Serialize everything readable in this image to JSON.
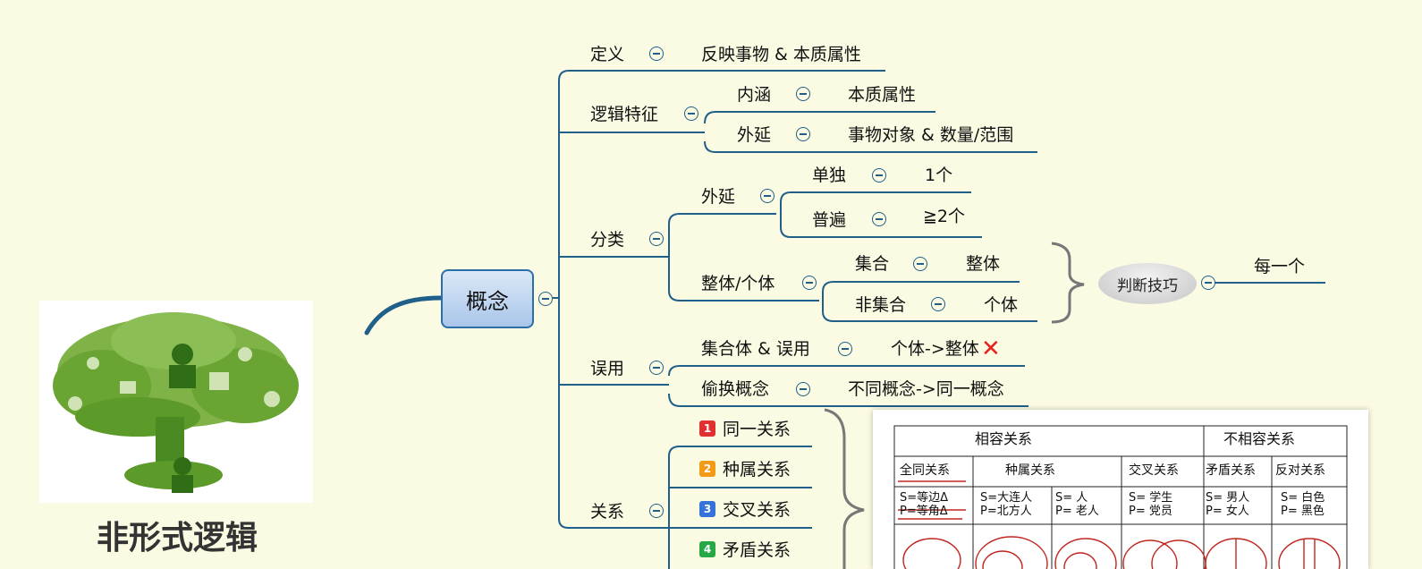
{
  "title": "非形式逻辑",
  "illustration": {
    "description_icon": "tree-icon"
  },
  "central": "概念",
  "branches": {
    "definition": {
      "label": "定义",
      "child": "反映事物 & 本质属性"
    },
    "logic": {
      "label": "逻辑特征",
      "neihan": {
        "label": "内涵",
        "child": "本质属性"
      },
      "waiyan": {
        "label": "外延",
        "child": "事物对象 & 数量/范围"
      }
    },
    "classify": {
      "label": "分类",
      "waiyan": {
        "label": "外延",
        "single": {
          "label": "单独",
          "child": "1个"
        },
        "general": {
          "label": "普遍",
          "child": "≧2个"
        }
      },
      "whole": {
        "label": "整体/个体",
        "set": {
          "label": "集合",
          "child": "整体"
        },
        "nonset": {
          "label": "非集合",
          "child": "个体"
        },
        "skill": {
          "label": "判断技巧",
          "child": "每一个"
        }
      }
    },
    "misuse": {
      "label": "误用",
      "collective": {
        "label": "集合体 & 误用",
        "child": "个体->整体",
        "mark": "✕"
      },
      "swap": {
        "label": "偷换概念",
        "child": "不同概念->同一概念"
      }
    },
    "relation": {
      "label": "关系",
      "items": [
        {
          "num": "1",
          "label": "同一关系",
          "color": "#e03030"
        },
        {
          "num": "2",
          "label": "种属关系",
          "color": "#f39a16"
        },
        {
          "num": "3",
          "label": "交叉关系",
          "color": "#3673d8"
        },
        {
          "num": "4",
          "label": "矛盾关系",
          "color": "#27a845"
        }
      ]
    }
  },
  "table": {
    "header_compatible": "相容关系",
    "header_incompatible": "不相容关系",
    "cols": [
      "全同关系",
      "种属关系",
      "交叉关系",
      "矛盾关系",
      "反对关系"
    ],
    "row1": {
      "c1a": "S=等边Δ",
      "c1b": "P=等角Δ",
      "c2a": "S=大连人",
      "c2b": "P=北方人",
      "c3a": "S= 人",
      "c3b": "P= 老人",
      "c4a": "S=  学生",
      "c4b": "P=  党员",
      "c5a": "S= 男人",
      "c5b": "P= 女人",
      "c6a": "S= 白色",
      "c6b": "P= 黑色"
    }
  }
}
